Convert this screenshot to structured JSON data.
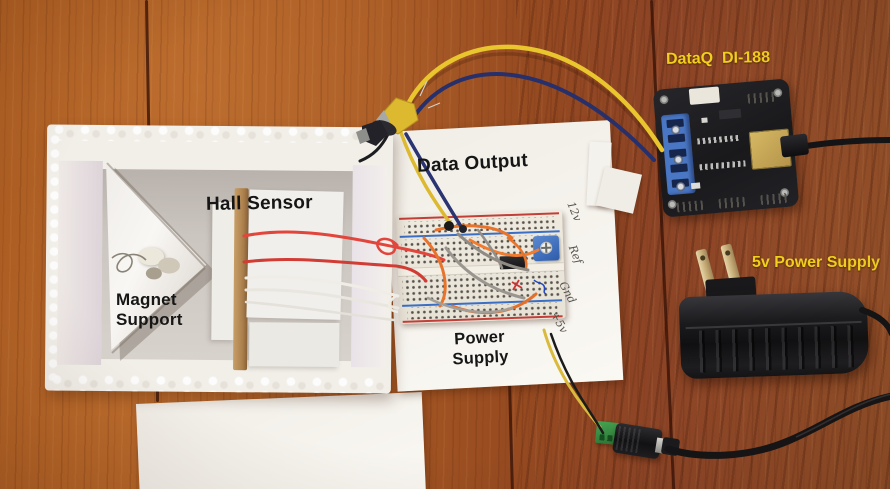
{
  "annotations": {
    "hall_sensor": "Hall Sensor",
    "magnet_support_line1": "Magnet",
    "magnet_support_line2": "Support",
    "data_output": "Data Output",
    "power_supply_line1": "Power",
    "power_supply_line2": "Supply",
    "dataq_device": "DataQ  DI-188",
    "power_adapter": "5v Power Supply",
    "handwritten_pin_labels": [
      "12v",
      "Ref",
      "Gnd",
      "+5v"
    ]
  },
  "colors": {
    "annotation_yellow": "#f0cf1d",
    "annotation_black": "#161616",
    "wood_base": "#a2561f",
    "pcb_black": "#1e1e20",
    "terminal_block_blue": "#4a77c4",
    "dc_jack_green": "#37913f",
    "wire_yellow": "#e9c52e",
    "wire_navy": "#27306b",
    "wire_orange": "#e8742c",
    "wire_red": "#e2453c",
    "wire_gray": "#9a958e"
  }
}
